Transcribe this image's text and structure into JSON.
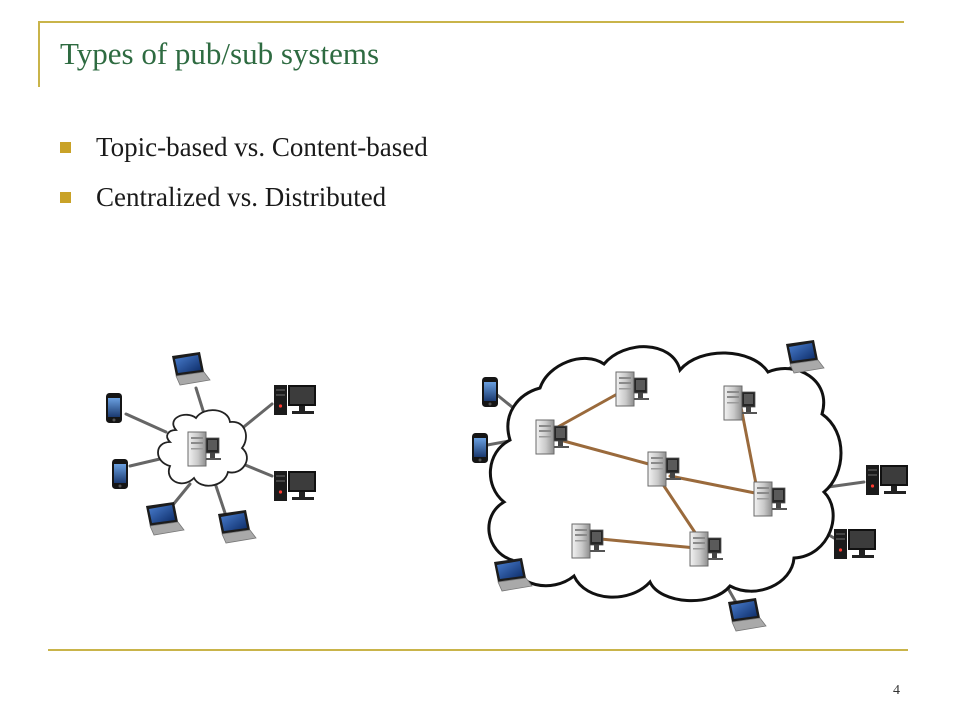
{
  "slide": {
    "title": "Types of pub/sub systems",
    "bullets": [
      "Topic-based vs. Content-based",
      "Centralized vs. Distributed"
    ],
    "page_number": "4"
  },
  "colors": {
    "title": "#2e6b41",
    "rule": "#c9b44a",
    "bullet_marker": "#c9a227",
    "client_link": "#666666",
    "broker_link": "#9a6a3c"
  },
  "diagrams": {
    "centralized": {
      "broker_icon": "server-icon",
      "clients": [
        "laptop-icon",
        "desktop-icon",
        "desktop-icon",
        "laptop-icon",
        "laptop-icon",
        "phone-icon",
        "phone-icon"
      ]
    },
    "distributed": {
      "broker_icon": "server-icon",
      "broker_count": 7,
      "clients": [
        "laptop-icon",
        "desktop-icon",
        "desktop-icon",
        "laptop-icon",
        "laptop-icon",
        "phone-icon",
        "phone-icon"
      ]
    }
  }
}
